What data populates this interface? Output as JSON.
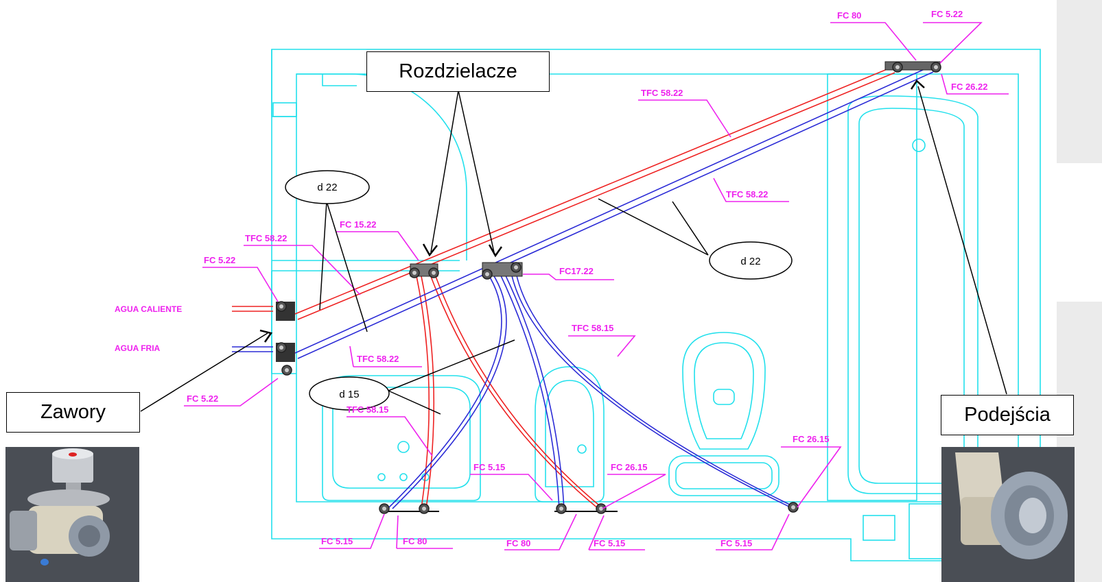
{
  "callouts": {
    "rozdzielacze": "Rozdzielacze",
    "zawory": "Zawory",
    "podejscia": "Podejścia"
  },
  "diameter_labels": {
    "top_left": "d 22",
    "right": "d 22",
    "middle": "d 15"
  },
  "cad_labels": {
    "fc80_top": "FC 80",
    "fc522_top": "FC 5.22",
    "fc2622_top": "FC 26.22",
    "tfc5822_top": "TFC 58.22",
    "tfc5822_right": "TFC 58.22",
    "fc1522": "FC 15.22",
    "tfc5822_left": "TFC 58.22",
    "fc522_left": "FC 5.22",
    "agua_caliente": "AGUA CALIENTE",
    "agua_fria": "AGUA FRIA",
    "tfc5822_bottom": "TFC 58.22",
    "fc522_bottom": "FC 5.22",
    "fc1722": "FC17.22",
    "tfc5815_right": "TFC 58.15",
    "tfc5815_left": "TFC 58.15",
    "fc515_mid": "FC 5.15",
    "fc2615_mid": "FC 26.15",
    "fc2615_right": "FC 26.15",
    "fc515_bl": "FC 5.15",
    "fc80_bl": "FC 80",
    "fc80_bm": "FC 80",
    "fc515_bm": "FC 5.15",
    "fc515_br": "FC 5.15"
  },
  "colors": {
    "outline": "#22e0ec",
    "hot_pipe": "#ee2222",
    "cold_pipe": "#2b2bd6",
    "label": "#ee22ee",
    "leader": "#000000"
  }
}
